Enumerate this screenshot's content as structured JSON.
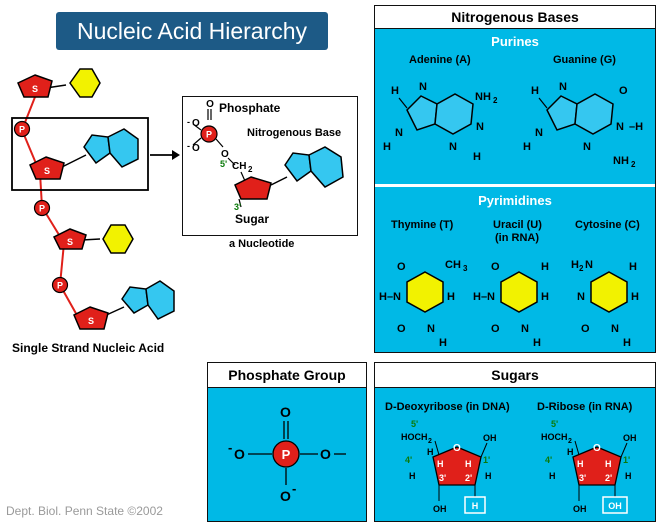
{
  "title": "Nucleic Acid Hierarchy",
  "strand": {
    "caption": "Single Strand Nucleic Acid",
    "phosphate_label": "P",
    "sugar_label": "S"
  },
  "nucleotide": {
    "caption": "a Nucleotide",
    "phosphate": "Phosphate",
    "base": "Nitrogenous Base",
    "sugar": "Sugar",
    "carbon5": "5'",
    "carbon3": "3'",
    "ch2": "CH",
    "ch2_sub": "2",
    "o_minus": "O",
    "p": "P",
    "o": "O"
  },
  "bases": {
    "header": "Nitrogenous Bases",
    "purines": {
      "label": "Purines",
      "adenine": "Adenine (A)",
      "guanine": "Guanine (G)"
    },
    "pyrimidines": {
      "label": "Pyrimidines",
      "thymine": "Thymine (T)",
      "uracil": "Uracil (U)",
      "uracil_note": "(in RNA)",
      "cytosine": "Cytosine (C)"
    }
  },
  "phosphate_group": {
    "header": "Phosphate Group",
    "p": "P",
    "o": "O",
    "minus": "-"
  },
  "sugars": {
    "header": "Sugars",
    "deoxyribose": "D-Deoxyribose (in DNA)",
    "ribose": "D-Ribose (in RNA)",
    "hoch2": "HOCH",
    "sub2": "2",
    "five": "5'",
    "four": "4'",
    "three": "3'",
    "two": "2'",
    "one": "1'",
    "o": "O",
    "oh": "OH",
    "h": "H",
    "box_dna": "H",
    "box_rna": "OH"
  },
  "credit": "Dept. Biol. Penn State ©2002",
  "colors": {
    "banner": "#1d5a86",
    "panel_bg": "#00b9e6",
    "sugar_red": "#e0201a",
    "phosphate_red": "#e0201a",
    "purine_ring": "#35c7f0",
    "pyrimidine_ring": "#f2f200",
    "strand_line": "#e0201a"
  }
}
